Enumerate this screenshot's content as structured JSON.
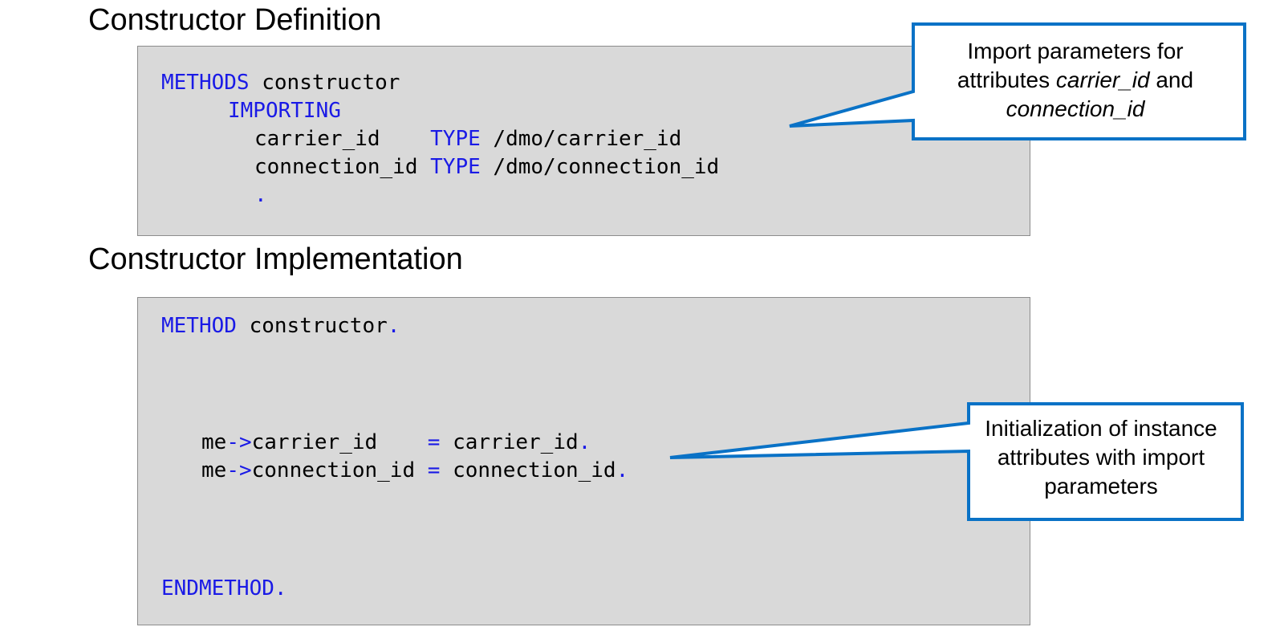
{
  "headings": {
    "definition": "Constructor Definition",
    "implementation": "Constructor Implementation"
  },
  "definition_code": {
    "methods_kw": "METHODS",
    "method_name": " constructor",
    "importing_kw": "IMPORTING",
    "p1_name": "carrier_id    ",
    "p1_type_kw": "TYPE",
    "p1_type": " /dmo/carrier_id",
    "p2_name": "connection_id ",
    "p2_type_kw": "TYPE",
    "p2_type": " /dmo/connection_id",
    "period": "."
  },
  "implementation_code": {
    "method_kw": "METHOD",
    "method_name": " constructor",
    "period": ".",
    "l1_me": "me",
    "l1_arrow": "->",
    "l1_attr": "carrier_id    ",
    "l1_eq": "=",
    "l1_val": " carrier_id",
    "l1_period": ".",
    "l2_me": "me",
    "l2_arrow": "->",
    "l2_attr": "connection_id ",
    "l2_eq": "=",
    "l2_val": " connection_id",
    "l2_period": ".",
    "endmethod_kw": "ENDMETHOD."
  },
  "callouts": {
    "import": {
      "line1": "Import parameters for",
      "line2_pre": "attributes ",
      "line2_em": "carrier_id",
      "line2_post": " and",
      "line3_em": "connection_id"
    },
    "init": {
      "line1": "Initialization of instance",
      "line2": "attributes with import",
      "line3": "parameters"
    }
  },
  "colors": {
    "keyword": "#1a1ae6",
    "callout_border": "#0a72c6",
    "code_background": "#d9d9d9"
  }
}
